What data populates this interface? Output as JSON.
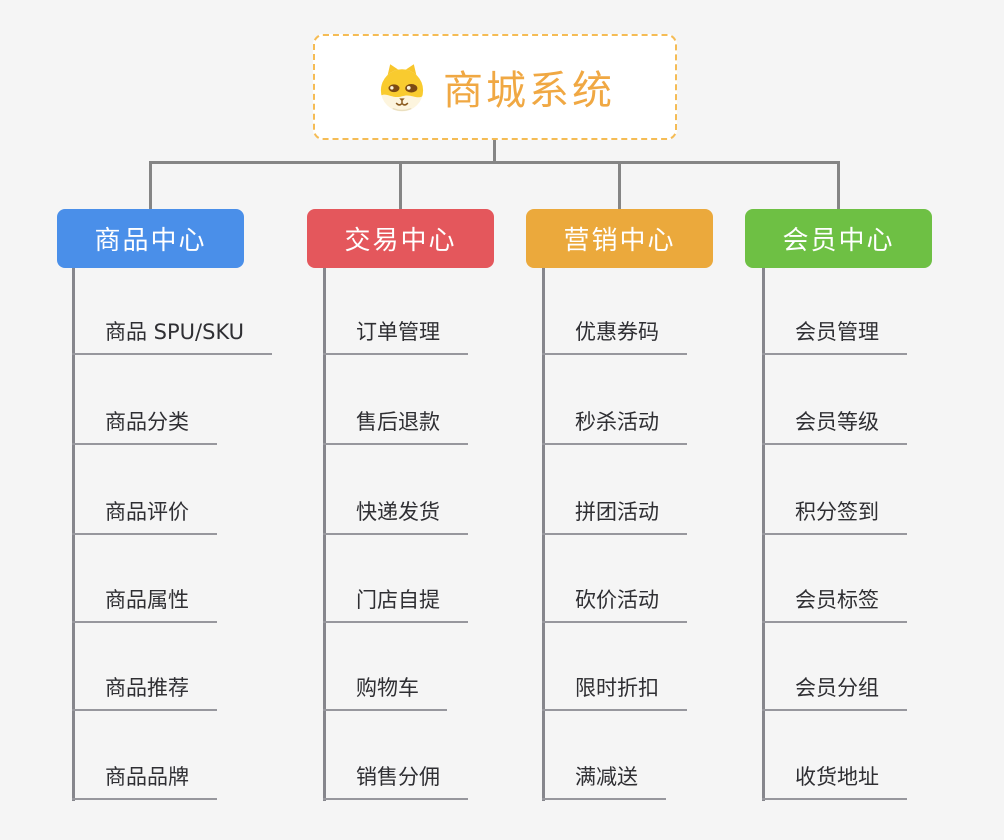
{
  "root": {
    "title": "商城系统",
    "accent_color": "#F0A843",
    "icon": "dog-face-icon"
  },
  "canvas": {
    "background_color": "#F5F5F5",
    "connector_color": "#858585",
    "root_border_color": "#F5BC55"
  },
  "branches": [
    {
      "label": "商品中心",
      "color": "#4A8FE9",
      "items": [
        "商品 SPU/SKU",
        "商品分类",
        "商品评价",
        "商品属性",
        "商品推荐",
        "商品品牌"
      ]
    },
    {
      "label": "交易中心",
      "color": "#E4575C",
      "items": [
        "订单管理",
        "售后退款",
        "快递发货",
        "门店自提",
        "购物车",
        "销售分佣"
      ]
    },
    {
      "label": "营销中心",
      "color": "#EBA93C",
      "items": [
        "优惠券码",
        "秒杀活动",
        "拼团活动",
        "砍价活动",
        "限时折扣",
        "满减送"
      ]
    },
    {
      "label": "会员中心",
      "color": "#6EC044",
      "items": [
        "会员管理",
        "会员等级",
        "积分签到",
        "会员标签",
        "会员分组",
        "收货地址"
      ]
    }
  ]
}
